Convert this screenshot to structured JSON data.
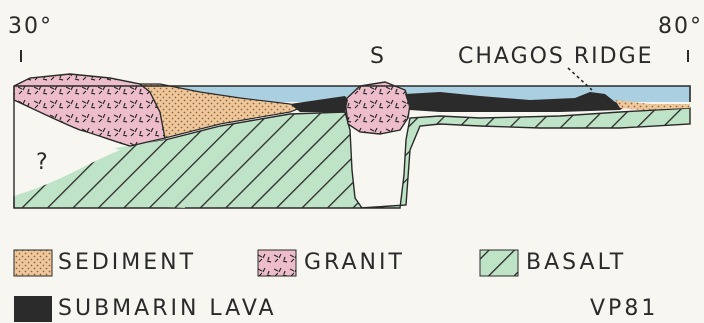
{
  "labels": {
    "lon_left": "30°",
    "lon_right": "80°",
    "point_s": "S",
    "ridge": "CHAGOS RIDGE",
    "unknown": "?",
    "code": "VP81"
  },
  "legend": [
    {
      "key": "sediment",
      "label": "SEDIMENT"
    },
    {
      "key": "granit",
      "label": "GRANIT"
    },
    {
      "key": "basalt",
      "label": "BASALT"
    },
    {
      "key": "lava",
      "label": "SUBMARIN LAVA"
    }
  ],
  "colors": {
    "sea": "#a9cfe0",
    "sediment": "#efc79a",
    "granit": "#eebdcc",
    "basalt": "#bfe3c6",
    "lava": "#2b2b2b",
    "ink": "#2a2a2a"
  }
}
